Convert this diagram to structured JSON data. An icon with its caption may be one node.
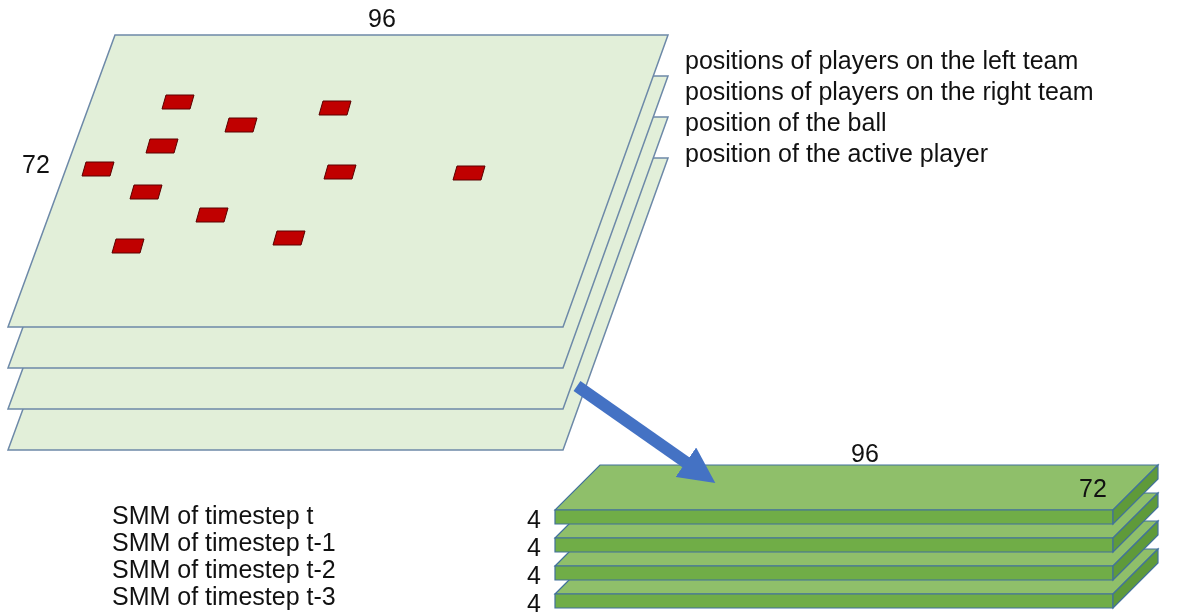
{
  "diagram": {
    "nodes": [
      {
        "text": [],
        "shape": "box",
        "beside": [
          "positions of players on the left team"
        ]
      },
      {
        "text": [],
        "shape": "box",
        "beside": [
          "positions of players on the right team"
        ]
      },
      {
        "text": [],
        "shape": "box",
        "beside": [
          "position of the ball"
        ]
      },
      {
        "text": [],
        "shape": "box",
        "beside": [
          "position of the active player"
        ]
      },
      {
        "text": [],
        "shape": "box"
      },
      {
        "text": [],
        "shape": "box"
      },
      {
        "text": [],
        "shape": "box"
      },
      {
        "text": [],
        "shape": "box"
      }
    ],
    "edges": [
      {
        "from": 3,
        "to": 4,
        "arrow": "to"
      }
    ],
    "labels": [
      "96",
      "72",
      "96",
      "72",
      "SMM of timestep t",
      "4",
      "SMM of timestep t-1",
      "4",
      "SMM of timestep t-2",
      "4",
      "SMM of timestep t-3",
      "4"
    ]
  }
}
